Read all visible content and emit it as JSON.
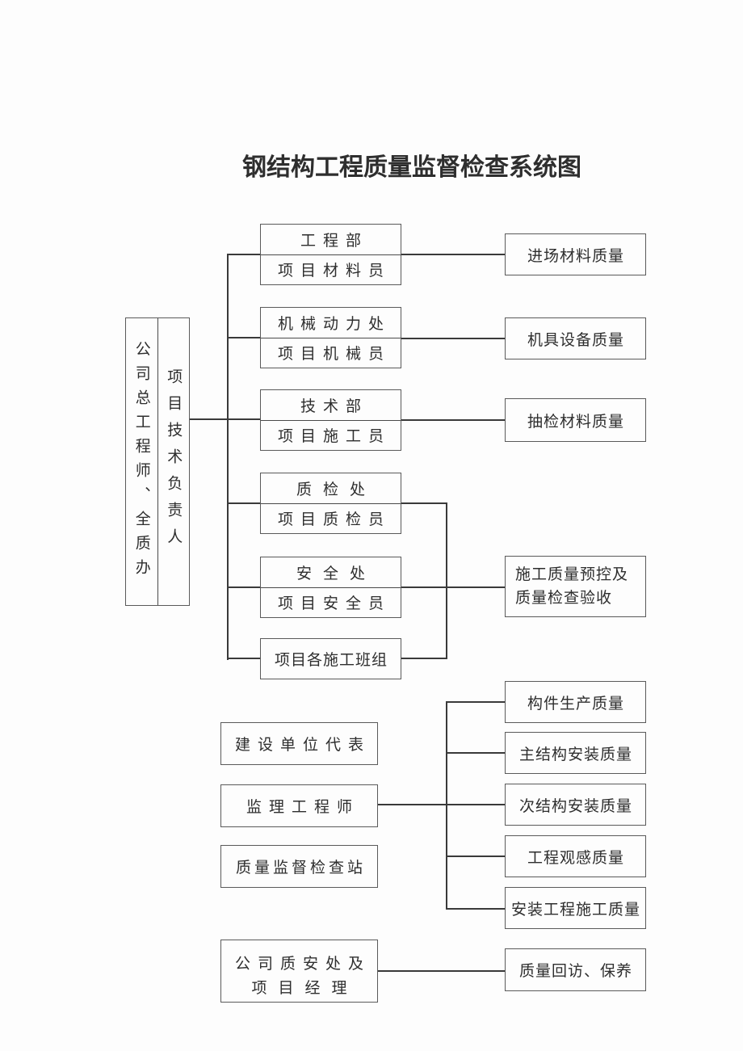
{
  "page": {
    "title": "钢结构工程质量监督检查系统图",
    "background": "#fdfdfd",
    "line_color": "#3a3a3a"
  },
  "left_panel": {
    "company_chief": "公司总工程师、全质办",
    "project_tech_lead": "项目技术负责人"
  },
  "dept_boxes": [
    {
      "dept": "工程部",
      "role": "项目材料员"
    },
    {
      "dept": "机械动力处",
      "role": "项目机械员"
    },
    {
      "dept": "技术部",
      "role": "项目施工员"
    },
    {
      "dept": "质检处",
      "role": "项目质检员"
    },
    {
      "dept": "安全处",
      "role": "项目安全员"
    }
  ],
  "crew_box": {
    "label": "项目各施工班组"
  },
  "quality_boxes": {
    "incoming_material": "进场材料质量",
    "equipment": "机具设备质量",
    "sampling_material": "抽检材料质量",
    "precontrol_acceptance": "施工质量预控及质量检查验收",
    "component_production": "构件生产质量",
    "main_structure_install": "主结构安装质量",
    "secondary_structure_install": "次结构安装质量",
    "appearance": "工程观感质量",
    "installation_construction": "安装工程施工质量",
    "return_visit": "质量回访、保养"
  },
  "supervision_boxes": {
    "owner_representative": "建设单位代表",
    "supervising_engineer": "监理工程师",
    "inspection_station": "质量监督检查站",
    "company_qa_line1": "公司质安处及",
    "company_qa_line2": "项目经理"
  }
}
